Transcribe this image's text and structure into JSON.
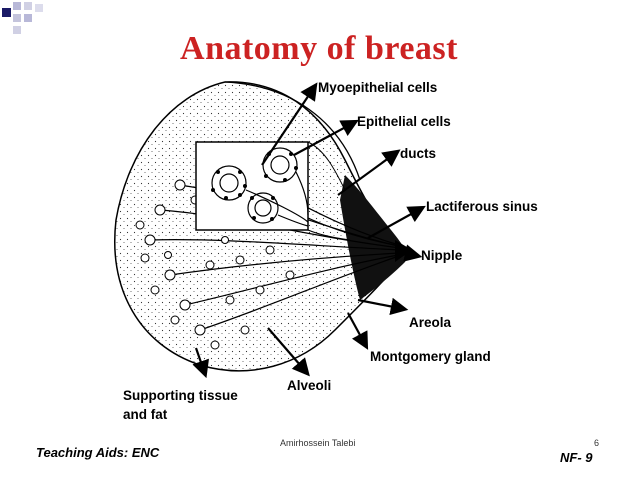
{
  "slide": {
    "title": "Anatomy of breast"
  },
  "labels": {
    "myoepithelial": "Myoepithelial cells",
    "epithelial": "Epithelial cells",
    "ducts": "ducts",
    "lactiferous": "Lactiferous sinus",
    "nipple": "Nipple",
    "areola": "Areola",
    "montgomery": "Montgomery gland",
    "alveoli": "Alveoli",
    "supporting_line1": "Supporting tissue",
    "supporting_line2": "and fat"
  },
  "footer": {
    "left": "Teaching Aids: ENC",
    "author": "Amirhossein Talebi",
    "page": "6",
    "right": "NF- 9"
  },
  "colors": {
    "title": "#cc2222",
    "deco_dark": "#1a1a66",
    "deco_light": "#b8b8d8"
  }
}
